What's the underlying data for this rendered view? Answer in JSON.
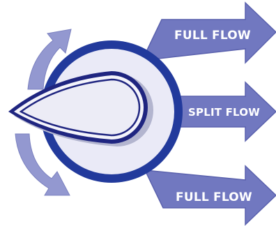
{
  "diagram": {
    "labels": {
      "top_arrow": "FULL FLOW",
      "middle_arrow": "SPLIT FLOW",
      "bottom_arrow": "FULL FLOW"
    },
    "colors": {
      "arrow_fill": "#7178c0",
      "arrow_edge": "#5a61ad",
      "rotation_arrow_fill": "#9398d0",
      "ring_outer": "#223a9c",
      "ring_inner": "#eaeaf7",
      "knob_outline": "#1f2580",
      "knob_fill": "#ececf6",
      "knob_shadow": "#b3b5cf",
      "label_text": "#ffffff"
    },
    "icons": {
      "knob": "valve-knob-icon",
      "rotate_up": "rotate-up-arrow-icon",
      "rotate_down": "rotate-down-arrow-icon"
    }
  }
}
